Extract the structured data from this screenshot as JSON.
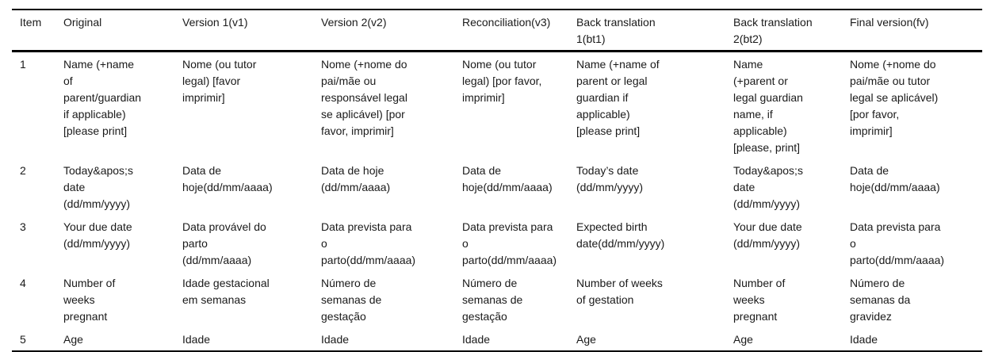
{
  "table": {
    "columns": [
      {
        "key": "item",
        "label": "Item"
      },
      {
        "key": "original",
        "label": "Original"
      },
      {
        "key": "v1",
        "label": "Version 1(v1)"
      },
      {
        "key": "v2",
        "label": "Version 2(v2)"
      },
      {
        "key": "v3",
        "label": "Reconciliation(v3)"
      },
      {
        "key": "bt1",
        "label": "Back translation\n1(bt1)"
      },
      {
        "key": "bt2",
        "label": "Back translation\n2(bt2)"
      },
      {
        "key": "fv",
        "label": "Final version(fv)"
      }
    ],
    "rows": [
      {
        "item": "1",
        "original": "Name (+name\nof\nparent/guardian\nif applicable)\n[please print]",
        "v1": "Nome (ou tutor\nlegal) [favor\nimprimir]",
        "v2": "Nome (+nome do\npai/mãe ou\nresponsável legal\nse aplicável) [por\nfavor, imprimir]",
        "v3": "Nome (ou tutor\nlegal) [por favor,\nimprimir]",
        "bt1": "Name (+name of\nparent or legal\nguardian if\napplicable)\n[please print]",
        "bt2": "Name\n(+parent or\nlegal guardian\nname, if\napplicable)\n[please, print]",
        "fv": "Nome (+nome do\npai/mãe ou tutor\nlegal se aplicável)\n[por favor,\nimprimir]"
      },
      {
        "item": "2",
        "original": "Today&apos;s\ndate\n(dd/mm/yyyy)",
        "v1": "Data de\nhoje(dd/mm/aaaa)",
        "v2": "Data de hoje\n(dd/mm/aaaa)",
        "v3": "Data de\nhoje(dd/mm/aaaa)",
        "bt1": "Today’s date\n(dd/mm/yyyy)",
        "bt2": "Today&apos;s\ndate\n(dd/mm/yyyy)",
        "fv": "Data de\nhoje(dd/mm/aaaa)"
      },
      {
        "item": "3",
        "original": "Your due date\n(dd/mm/yyyy)",
        "v1": "Data provável do\nparto\n(dd/mm/aaaa)",
        "v2": "Data prevista para\no\nparto(dd/mm/aaaa)",
        "v3": "Data prevista para\no\nparto(dd/mm/aaaa)",
        "bt1": "Expected birth\ndate(dd/mm/yyyy)",
        "bt2": "Your due date\n(dd/mm/yyyy)",
        "fv": "Data prevista para\no\nparto(dd/mm/aaaa)"
      },
      {
        "item": "4",
        "original": "Number of\nweeks\npregnant",
        "v1": "Idade gestacional\nem semanas",
        "v2": "Número de\nsemanas de\ngestação",
        "v3": "Número de\nsemanas de\ngestação",
        "bt1": "Number of weeks\nof gestation",
        "bt2": "Number of\nweeks\npregnant",
        "fv": "Número de\nsemanas da\ngravidez"
      },
      {
        "item": "5",
        "original": "Age",
        "v1": "Idade",
        "v2": "Idade",
        "v3": "Idade",
        "bt1": "Age",
        "bt2": "Age",
        "fv": "Idade"
      }
    ]
  }
}
